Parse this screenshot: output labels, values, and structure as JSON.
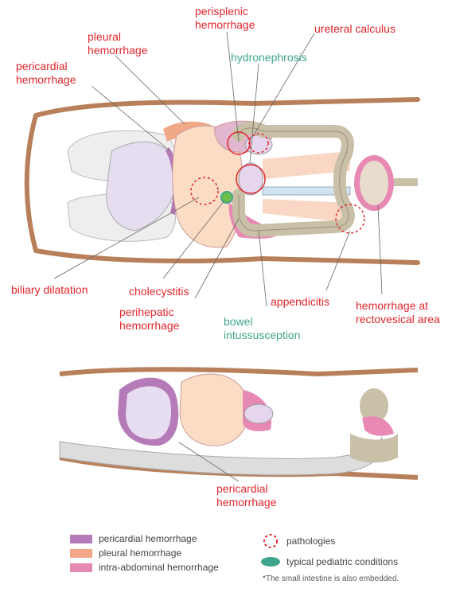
{
  "labels": {
    "perisplenic": [
      "perisplenic",
      "hemorrhage"
    ],
    "ureteral": "ureteral calculus",
    "pleural": [
      "pleural",
      "hemorrhage"
    ],
    "hydronephrosis": "hydronephrosis",
    "pericardial_top": [
      "pericardial",
      "hemorrhage"
    ],
    "biliary": "biliary dilatation",
    "cholecystitis": "cholecystitis",
    "appendicitis": "appendicitis",
    "hem_rectovesical": [
      "hemorrhage at",
      "rectovesical area"
    ],
    "perihepatic": [
      "perihepatic",
      "hemorrhage"
    ],
    "intussusception": [
      "bowel",
      "intussusception"
    ],
    "pericardial_bottom": [
      "pericardial",
      "hemorrhage"
    ]
  },
  "legend": {
    "items": [
      {
        "label": "pericardial hemorrhage",
        "color": "#b57bb8"
      },
      {
        "label": "pleural hemorrhage",
        "color": "#f0a886"
      },
      {
        "label": "intra-abdominal hemorrhage",
        "color": "#e889b4"
      }
    ],
    "pathologies": "pathologies",
    "pediatric": "typical pediatric conditions",
    "pathology_color": "#e0262d",
    "pediatric_color": "#3fa58c"
  },
  "footnote": "*The small intestine is also embedded.",
  "colors": {
    "body_outline": "#b8805a",
    "label_red": "#e0262d",
    "label_teal": "#3fa58c",
    "bowel": "#c9c0a8",
    "liver": "#fbdcc4",
    "lung": "#eeeeee"
  }
}
